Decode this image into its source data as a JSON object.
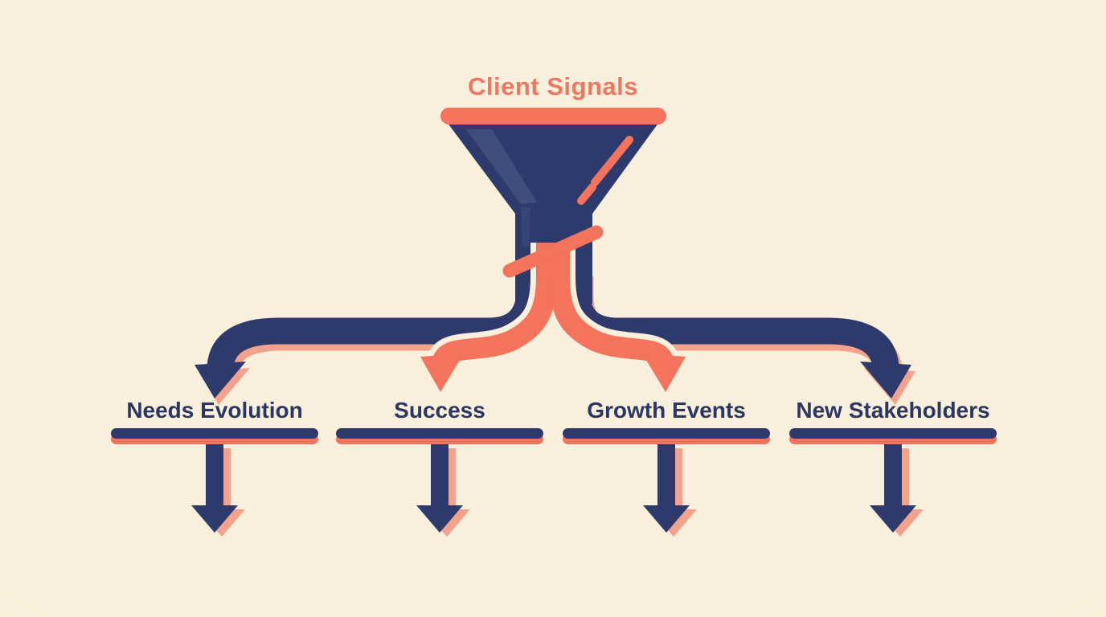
{
  "title": "Client Signals",
  "funnel": {
    "icon": "funnel-icon",
    "description": "navy funnel with coral rim collecting client signals"
  },
  "branches": [
    {
      "label": "Needs Evolution",
      "connector": "navy-pipe",
      "arrow": "down-arrow-icon"
    },
    {
      "label": "Success",
      "connector": "coral-ribbon",
      "arrow": "down-arrow-icon"
    },
    {
      "label": "Growth Events",
      "connector": "coral-ribbon",
      "arrow": "down-arrow-icon"
    },
    {
      "label": "New Stakeholders",
      "connector": "navy-pipe",
      "arrow": "down-arrow-icon"
    }
  ],
  "colors": {
    "background": "#F8F0DC",
    "background_edge": "#EFE6CD",
    "navy": "#2E3A6B",
    "navy_text": "#2B3663",
    "coral": "#F3735C",
    "coral_title": "#EE7763",
    "coral_shadow": "#F2A28D",
    "funnel_highlight": "#414D7C"
  }
}
